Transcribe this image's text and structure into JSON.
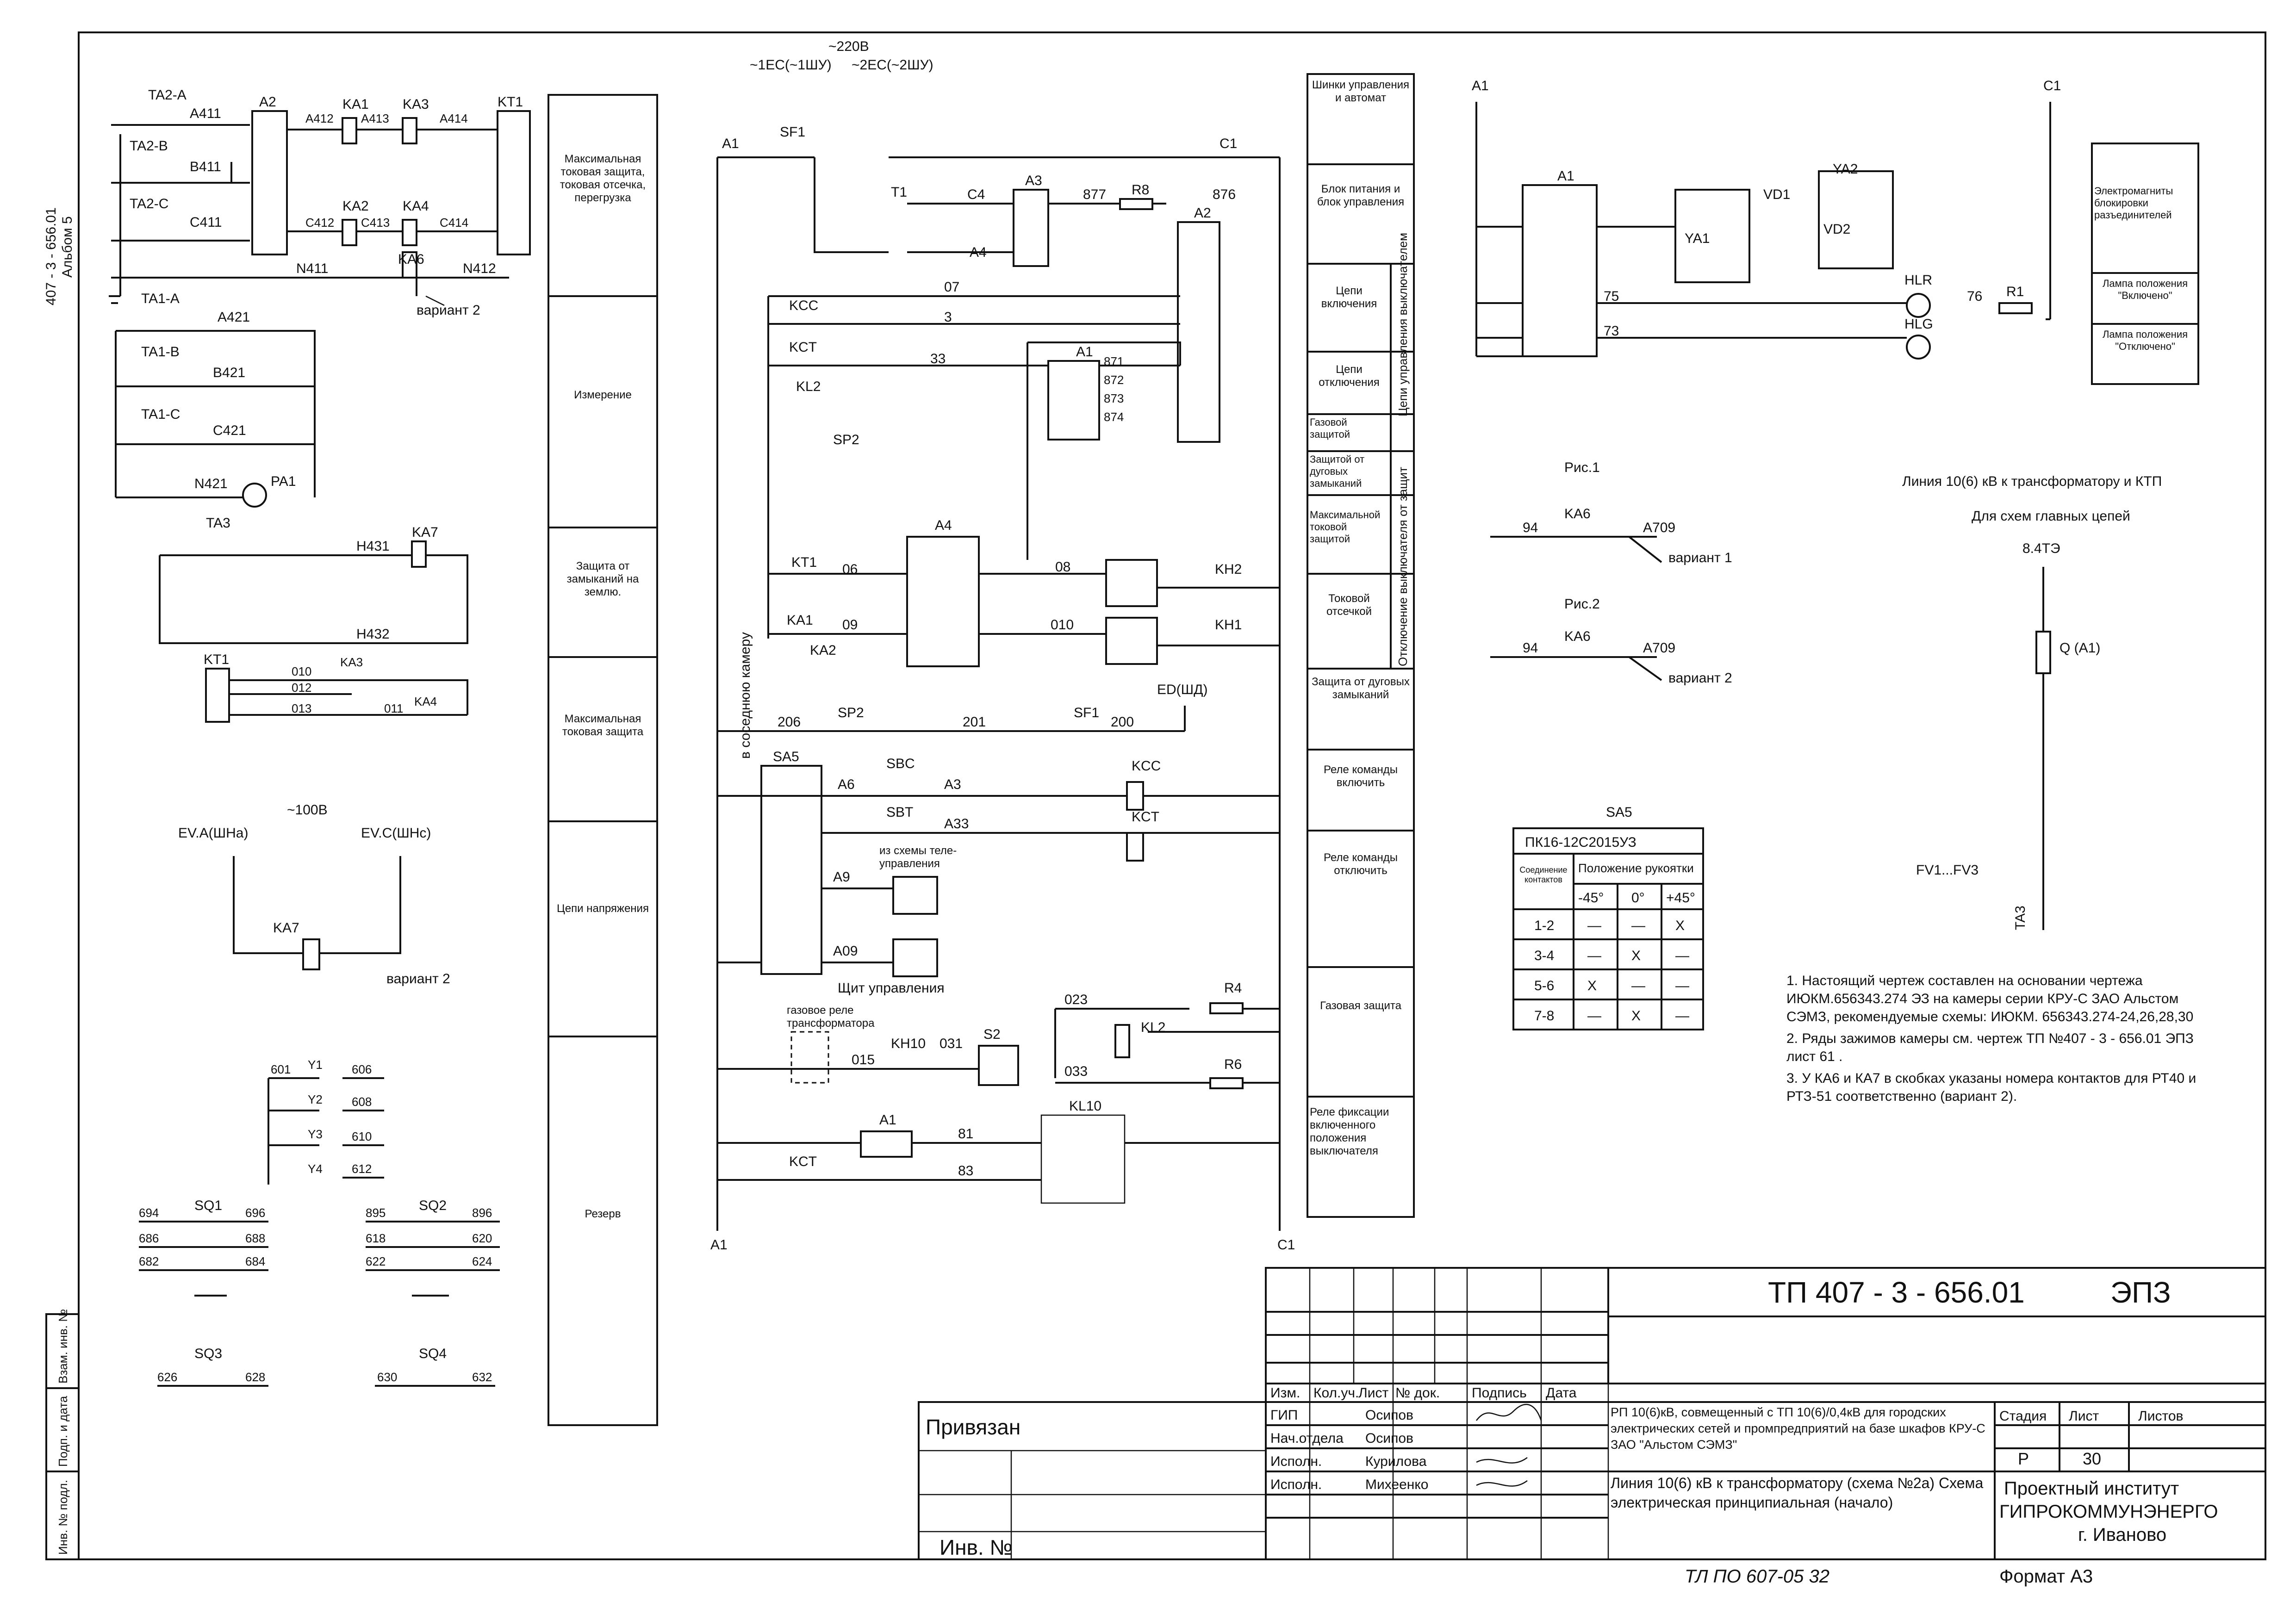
{
  "margin": {
    "doc_code": "407 - 3 - 656.01",
    "album": "Альбом 5"
  },
  "left_panel": {
    "labels": {
      "ta2a": "TA2-A",
      "ta2b": "TA2-B",
      "ta2c": "TA2-C",
      "a411": "A411",
      "b411": "B411",
      "c411": "C411",
      "a2": "A2",
      "ka1": "KA1",
      "ka3": "KA3",
      "kt1": "KT1",
      "ka2": "KA2",
      "ka4": "KA4",
      "ka6": "KA6",
      "a412": "A412",
      "a413": "A413",
      "a414": "A414",
      "c412": "C412",
      "c413": "C413",
      "c414": "C414",
      "n411": "N411",
      "n412": "N412",
      "variant2": "вариант 2",
      "ta1a": "TA1-A",
      "ta1b": "TA1-B",
      "ta1c": "TA1-C",
      "a421": "A421",
      "b421": "B421",
      "c421": "C421",
      "n421": "N421",
      "pa1": "PA1",
      "ta3": "TA3",
      "h431": "H431",
      "h432": "H432",
      "ka7": "KA7",
      "n010": "010",
      "n012": "012",
      "n013": "013",
      "n011": "011",
      "v100": "~100В",
      "eva": "EV.A(ШНа)",
      "evc": "EV.C(ШНс)",
      "y1": "Y1",
      "y2": "Y2",
      "y3": "Y3",
      "y4": "Y4",
      "sq1": "SQ1",
      "sq2": "SQ2",
      "sq3": "SQ3",
      "sq4": "SQ4"
    },
    "y_wires": [
      "601",
      "606",
      "608",
      "610",
      "612"
    ],
    "sq1_wires": [
      "694",
      "696",
      "686",
      "688",
      "682",
      "684"
    ],
    "sq2_wires": [
      "895",
      "896",
      "618",
      "620",
      "622",
      "624"
    ],
    "sq3_wires": [
      "626",
      "628"
    ],
    "sq4_wires": [
      "630",
      "632"
    ]
  },
  "function_column_1": [
    "Максимальная токовая защита, токовая отсечка, перегрузка",
    "Измерение",
    "Защита от замыканий на землю.",
    "Максимальная токовая защита",
    "Цепи напряжения",
    "Резерв"
  ],
  "middle_panel": {
    "supply": "~220В",
    "ec1": "~1ЕС(~1ШУ)",
    "ec2": "~2ЕС(~2ШУ)",
    "sf1": "SF1",
    "t1": "T1",
    "a3": "A3",
    "a2": "A2",
    "a1": "A1",
    "a4": "A4",
    "r8": "R8",
    "c4": "C4",
    "n877": "877",
    "n876": "876",
    "bus_a1": "A1",
    "bus_c1": "C1",
    "kcc": "KCC",
    "kct": "KCT",
    "kl2": "KL2",
    "sp2": "SP2",
    "w07": "07",
    "w3": "3",
    "w33": "33",
    "w06": "06",
    "w08": "08",
    "w09": "09",
    "w010": "010",
    "kh1": "KH1",
    "kh2": "KH2",
    "kt1": "KT1",
    "ka1": "KA1",
    "ka2": "KA2",
    "a1_wires": [
      "871",
      "872",
      "873",
      "874"
    ],
    "w206": "206",
    "w201": "201",
    "w200": "200",
    "ed": "ED(ШД)",
    "neighbor_cell": "в соседнюю камеру",
    "sa5": "SA5",
    "sbc": "SBC",
    "sbt": "SBT",
    "a6": "A6",
    "a33": "A33",
    "a9": "A9",
    "a09": "A09",
    "telecontrol": "из схемы теле- управления",
    "control_panel": "Щит управления",
    "gas_relay": "газовое реле трансформатора",
    "w023": "023",
    "w015": "015",
    "w031": "031",
    "w033": "033",
    "w81": "81",
    "w83": "83",
    "r4": "R4",
    "r6": "R6",
    "kl10": "KL10",
    "kh10": "KH10",
    "s2": "S2"
  },
  "function_column_2": [
    "Шинки управления и автомат",
    "Блок питания и блок управления",
    "Цепи включения",
    "Цепи отключения",
    "Газовой защитой",
    "Защитой от дуговых замыканий",
    "Максимальной токовой защитой",
    "Токовой отсечкой",
    "Защита от дуговых замыканий",
    "Реле команды включить",
    "Реле команды отключить",
    "Газовая защита",
    "Реле фиксации включенного положения выключателя"
  ],
  "vertical_labels": {
    "circuits_breaker": "Цепи управления выключателем",
    "trip_from_protection": "Отключение выключателя от защит"
  },
  "right_panel": {
    "a1": "A1",
    "c1": "C1",
    "ya1": "YA1",
    "ya2": "YA2",
    "vd1": "VD1",
    "vd2": "VD2",
    "hlr": "HLR",
    "hlg": "HLG",
    "r1": "R1",
    "w75": "75",
    "w73": "73",
    "w76": "76",
    "legend": [
      "Электромагниты блокировки разъединителей",
      "Лампа положения \"Включено\"",
      "Лампа положения \"Отключено\""
    ],
    "fig1": "Рис.1",
    "fig2": "Рис.2",
    "w94": "94",
    "a709": "A709",
    "ka6": "KA6",
    "variant1": "вариант 1",
    "variant2": "вариант 2",
    "line_title": "Линия 10(6) кВ к трансформатору и КТП",
    "main_circuits": "Для схем главных цепей",
    "scheme_ref": "8.4ТЭ",
    "q": "Q (A1)",
    "fv": "FV1...FV3",
    "ta3": "TA3"
  },
  "sa5_table": {
    "title": "SA5",
    "model": "ПК16-12С2015УЗ",
    "col_header": "Соединение контактов",
    "pos_header": "Положение рукоятки",
    "positions": [
      "-45°",
      "0°",
      "+45°"
    ],
    "rows": [
      {
        "contacts": "1-2",
        "cells": [
          "—",
          "—",
          "X"
        ]
      },
      {
        "contacts": "3-4",
        "cells": [
          "—",
          "X",
          "—"
        ]
      },
      {
        "contacts": "5-6",
        "cells": [
          "X",
          "—",
          "—"
        ]
      },
      {
        "contacts": "7-8",
        "cells": [
          "—",
          "X",
          "—"
        ]
      }
    ]
  },
  "notes": [
    "1. Настоящий чертеж составлен на основании чертежа ИЮКМ.656343.274 ЭЗ на камеры серии КРУ-С ЗАО Альстом СЭМЗ, рекомендуемые схемы: ИЮКМ. 656343.274-24,26,28,30",
    "2. Ряды зажимов камеры см. чертеж ТП №407 - 3 - 656.01 ЭПЗ лист 61 .",
    "3. У КА6 и КА7 в скобках указаны номера контактов для РТ40 и РТЗ-51 соответственно (вариант 2)."
  ],
  "title_block": {
    "code": "ТП 407 - 3 - 656.01",
    "doc": "ЭПЗ",
    "bound": "Привязан",
    "inv": "Инв. №",
    "headers": [
      "Изм.",
      "Кол.уч.",
      "Лист",
      "№ док.",
      "Подпись",
      "Дата"
    ],
    "people": [
      {
        "role": "ГИП",
        "name": "Осипов"
      },
      {
        "role": "Нач.отдела",
        "name": "Осипов"
      },
      {
        "role": "Исполн.",
        "name": "Курилова"
      },
      {
        "role": "Исполн.",
        "name": "Михеенко"
      }
    ],
    "project": "РП 10(6)кВ, совмещенный с ТП 10(6)/0,4кВ для городских электрических сетей и промпредприятий на базе шкафов КРУ-С ЗАО \"Альстом СЭМЗ\"",
    "sheet_title": "Линия 10(6) кВ к трансформатору (схема №2а) Схема электрическая принципиальная (начало)",
    "stage_label": "Стадия",
    "sheet_label": "Лист",
    "sheets_label": "Листов",
    "stage": "Р",
    "sheet": "30",
    "org1": "Проектный институт",
    "org2": "ГИПРОКОММУНЭНЕРГО",
    "org3": "г. Иваново",
    "format": "Формат А3",
    "handwritten": "ТЛ ПО 607-05 32"
  },
  "side_stamp": [
    "Взам. инв. №",
    "Подп. и дата",
    "Инв. № подл."
  ]
}
